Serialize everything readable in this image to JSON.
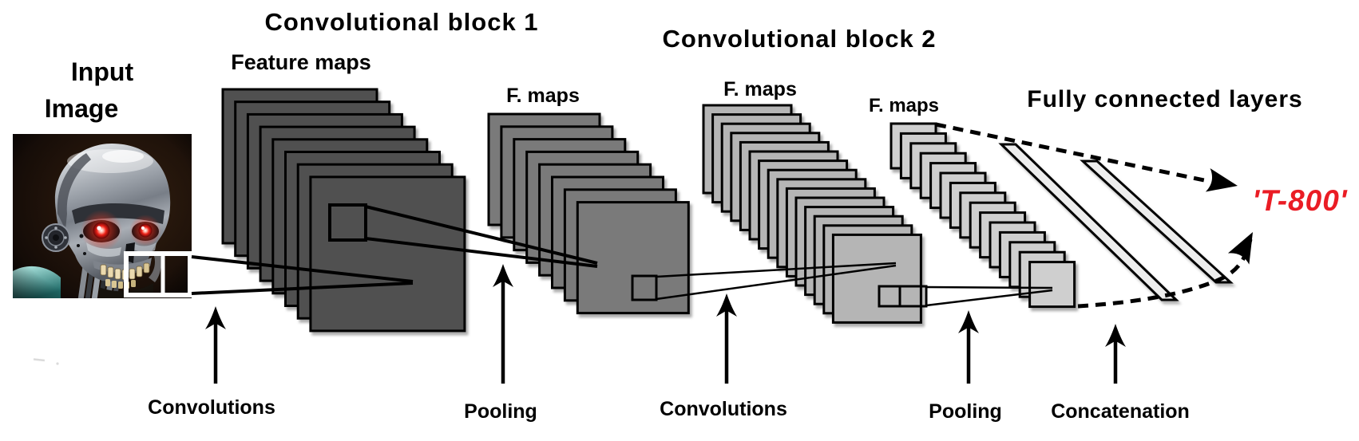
{
  "labels": {
    "input_line1": "Input",
    "input_line2": "Image",
    "block1": "Convolutional block 1",
    "block2": "Convolutional block 2",
    "fully_connected": "Fully connected layers",
    "stack1": "Feature maps",
    "stack2": "F. maps",
    "stack3": "F. maps",
    "stack4": "F. maps",
    "op1": "Convolutions",
    "op2": "Pooling",
    "op3": "Convolutions",
    "op4": "Pooling",
    "op5": "Concatenation",
    "output": "'T-800'"
  },
  "input_image_subject": "Terminator T-800 endoskeleton head with glowing red eyes",
  "colors": {
    "canvas": "#ffffff",
    "text": "#000000",
    "stroke": "#000000",
    "stack1": "#505050",
    "stack2": "#7a7a7a",
    "stack3": "#b5b5b5",
    "stack4": "#cfcfcf",
    "fcbar": "#ededed",
    "output": "#ea1c24"
  }
}
